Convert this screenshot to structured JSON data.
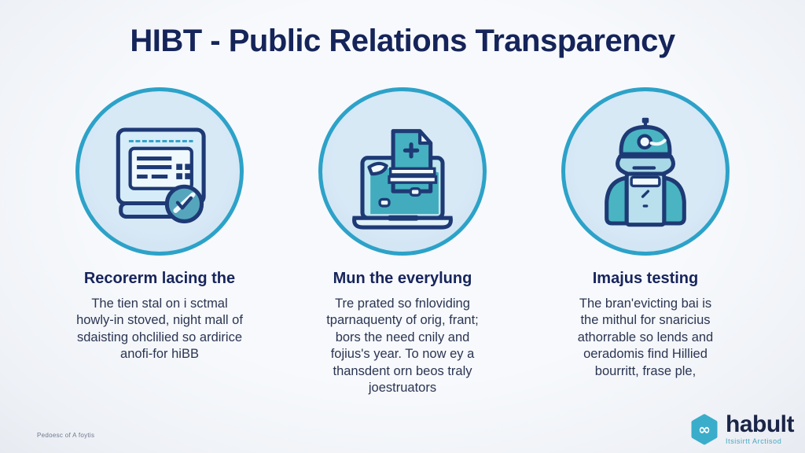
{
  "title": "HIBT - Public Relations Transparency",
  "columns": [
    {
      "icon": "report-document-badge-icon",
      "heading": "Recorerm lacing the",
      "body": "The tien stal on i sctmal\nhowly-in stoved, night mall of\nsdaisting ohclilied so ardirice\nanofi-for hiBB"
    },
    {
      "icon": "laptop-new-document-icon",
      "heading": "Mun the everylung",
      "body": "Tre prated so fnloviding\ntparnaquenty of orig, frant;\nbors the need cnily and\nfojius's year. To now ey a\nthansdent orn beos traly\njoestruators"
    },
    {
      "icon": "robot-person-icon",
      "heading": "Imajus testing",
      "body": "The bran'evicting bai is\nthe mithul for snaricius\nathorrable so lends and\noeradomis find Hillied\nbourritt, frase ple,"
    }
  ],
  "footer": {
    "note": "Pedoesc of A foytis",
    "brand": {
      "icon": "infinity-hexagon-icon",
      "name": "habult",
      "tagline": "Itsisirtt Arctisod"
    }
  },
  "colors": {
    "background": "#f1f4f9",
    "title_text": "#152459",
    "heading_text": "#17255c",
    "body_text": "#2b3552",
    "circle_border": "#2da2c8",
    "circle_fill": "#cfe3f3",
    "icon_outline": "#1e3a75",
    "icon_teal": "#46b1c0",
    "brand_teal": "#3aadca",
    "brand_text": "#1b2547"
  }
}
